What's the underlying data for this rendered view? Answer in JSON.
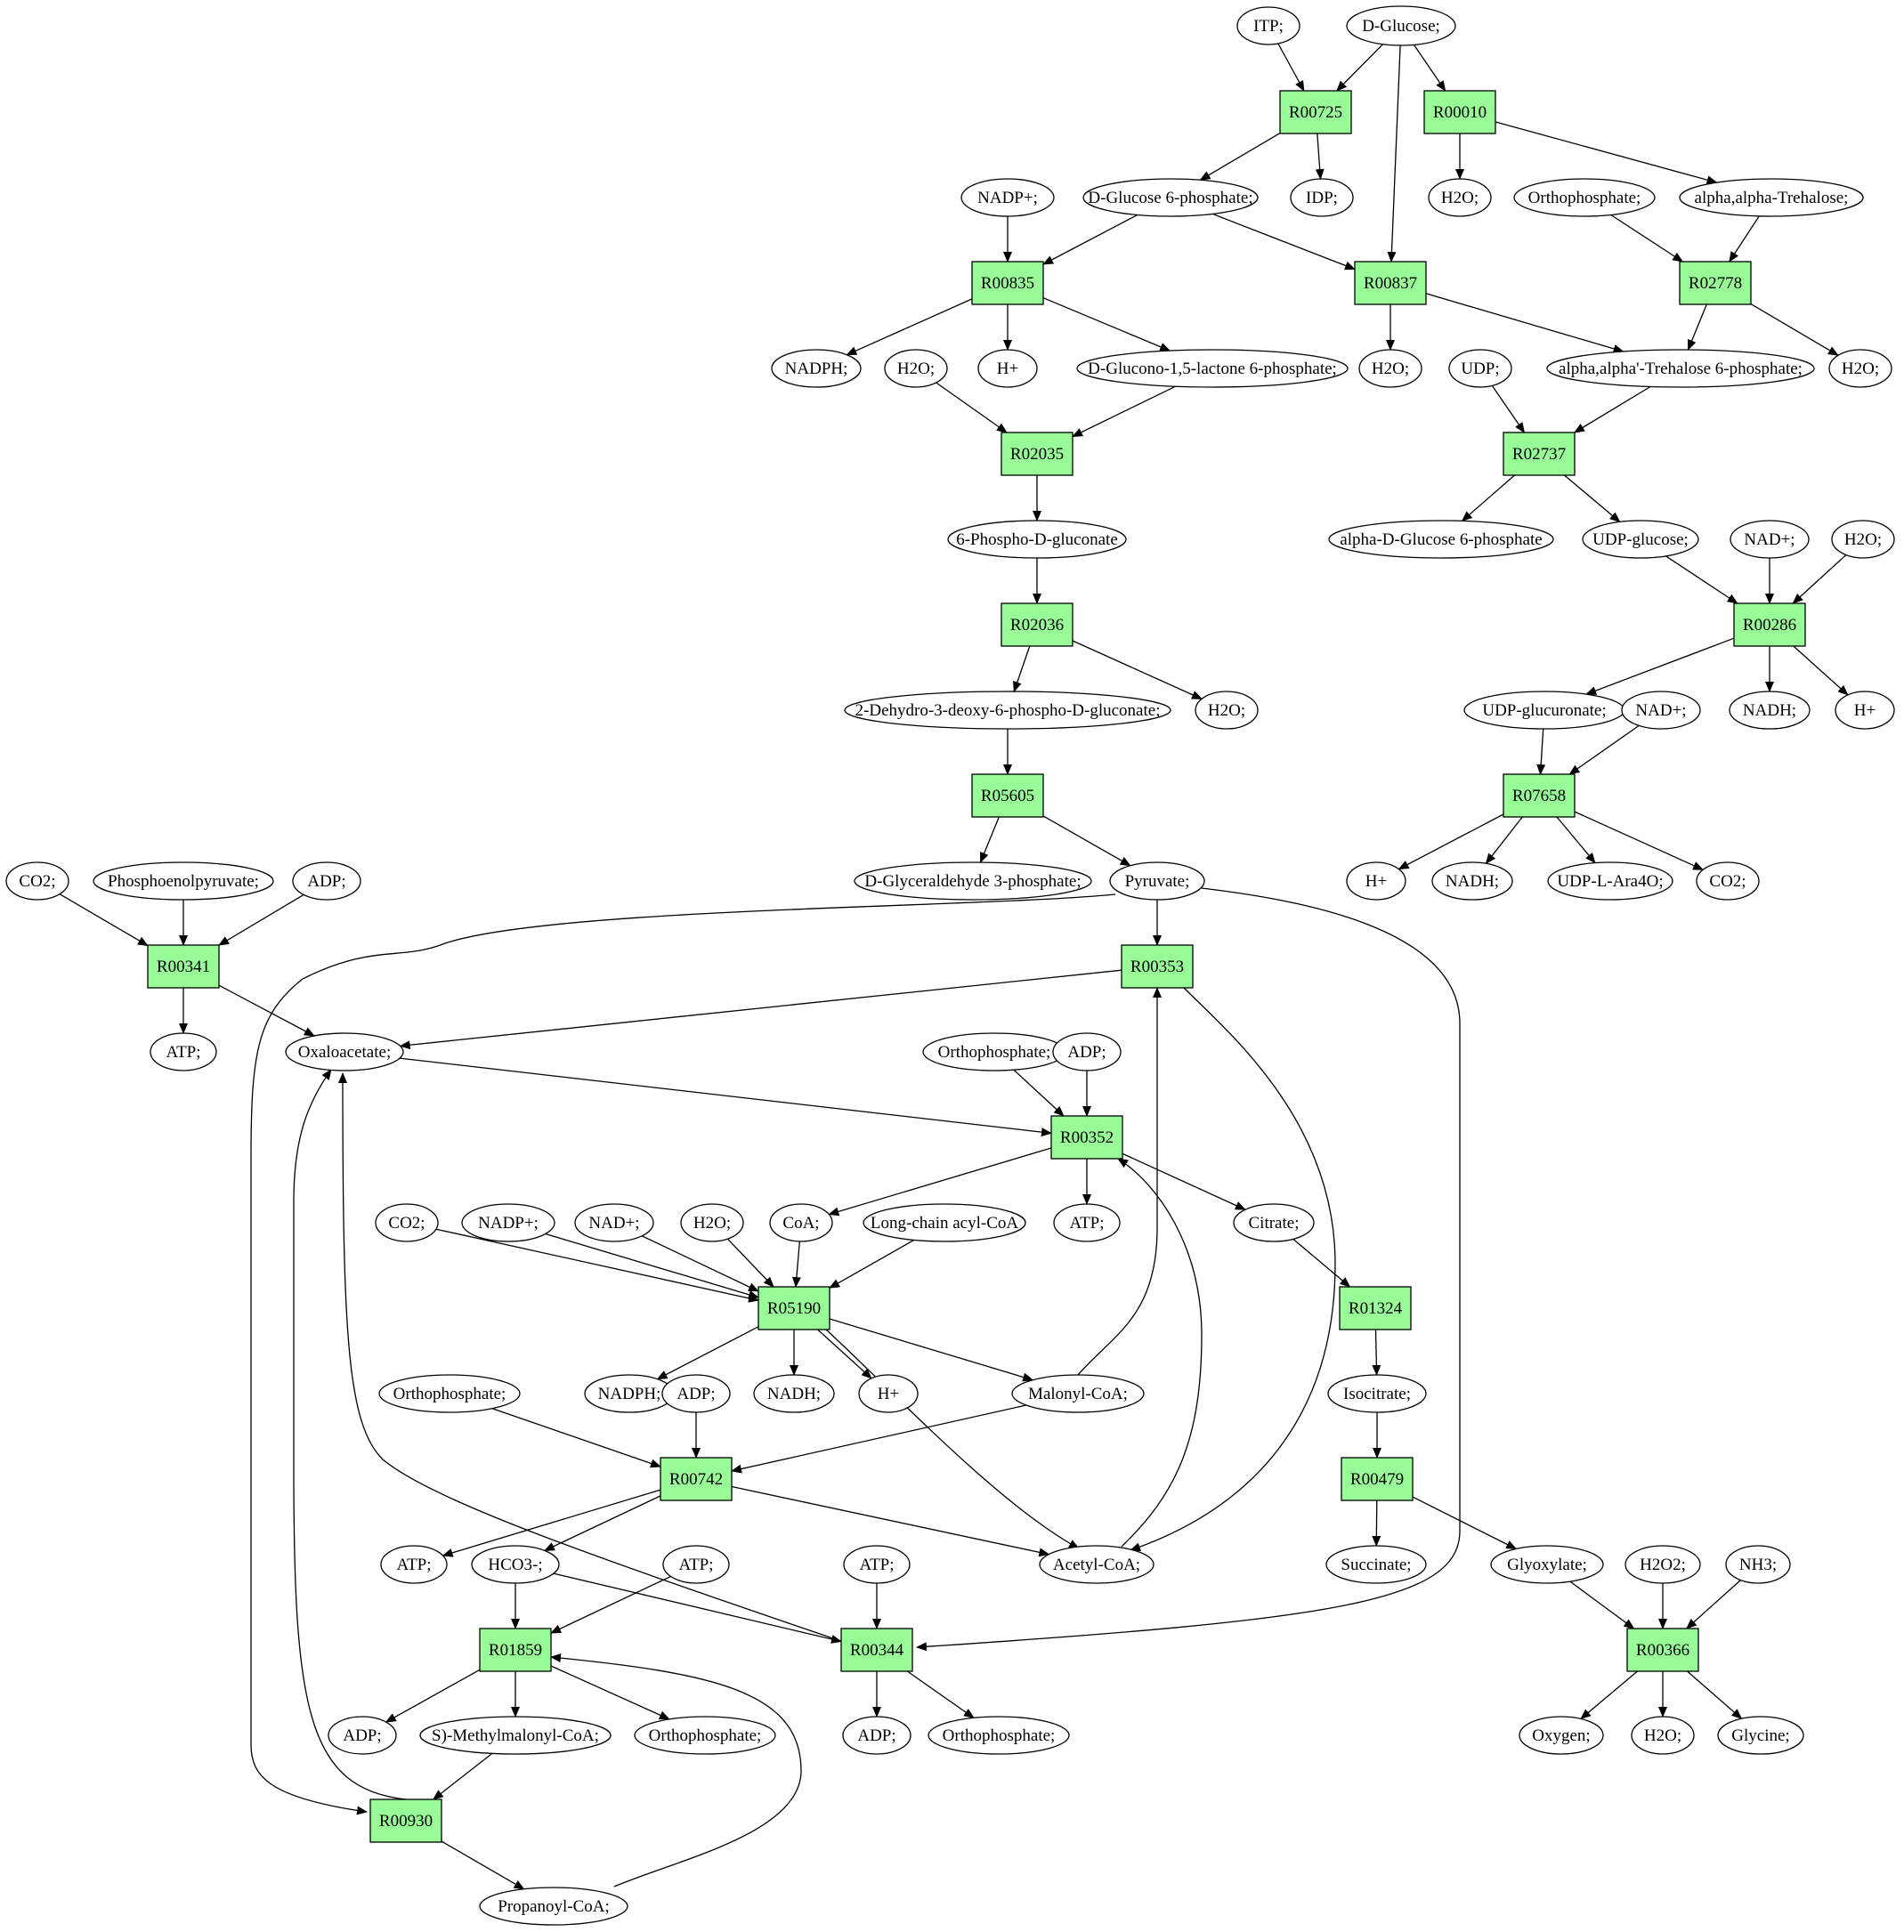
{
  "colors": {
    "reaction": "#98fb98",
    "metabolite": "#ffffff",
    "start": "#00ff00",
    "target": "#ffff00"
  },
  "nodes": [
    {
      "id": "ITP",
      "label": "ITP;",
      "kind": "metabolite"
    },
    {
      "id": "DGlucose",
      "label": "D-Glucose;",
      "kind": "start"
    },
    {
      "id": "R00725",
      "label": "R00725",
      "kind": "reaction"
    },
    {
      "id": "R00010",
      "label": "R00010",
      "kind": "reaction"
    },
    {
      "id": "NADPp1",
      "label": "NADP+;",
      "kind": "metabolite"
    },
    {
      "id": "G6P",
      "label": "D-Glucose 6-phosphate;",
      "kind": "metabolite"
    },
    {
      "id": "IDP",
      "label": "IDP;",
      "kind": "metabolite"
    },
    {
      "id": "H2Oa",
      "label": "H2O;",
      "kind": "metabolite"
    },
    {
      "id": "Orthoa",
      "label": "Orthophosphate;",
      "kind": "metabolite"
    },
    {
      "id": "Trehalose",
      "label": "alpha,alpha-Trehalose;",
      "kind": "metabolite"
    },
    {
      "id": "R00835",
      "label": "R00835",
      "kind": "reaction"
    },
    {
      "id": "R00837",
      "label": "R00837",
      "kind": "reaction"
    },
    {
      "id": "R02778",
      "label": "R02778",
      "kind": "reaction"
    },
    {
      "id": "NADPHa",
      "label": "NADPH;",
      "kind": "metabolite"
    },
    {
      "id": "H2Ob",
      "label": "H2O;",
      "kind": "metabolite"
    },
    {
      "id": "Hpa",
      "label": "H+",
      "kind": "metabolite"
    },
    {
      "id": "Glucono",
      "label": "D-Glucono-1,5-lactone 6-phosphate;",
      "kind": "metabolite"
    },
    {
      "id": "H2Oc",
      "label": "H2O;",
      "kind": "metabolite"
    },
    {
      "id": "UDP",
      "label": "UDP;",
      "kind": "metabolite"
    },
    {
      "id": "T6P",
      "label": "alpha,alpha'-Trehalose 6-phosphate;",
      "kind": "metabolite"
    },
    {
      "id": "H2Od",
      "label": "H2O;",
      "kind": "metabolite"
    },
    {
      "id": "R02035",
      "label": "R02035",
      "kind": "reaction"
    },
    {
      "id": "R02737",
      "label": "R02737",
      "kind": "reaction"
    },
    {
      "id": "PhosphoGluc",
      "label": "6-Phospho-D-gluconate",
      "kind": "metabolite"
    },
    {
      "id": "aDG6P",
      "label": "alpha-D-Glucose 6-phosphate",
      "kind": "metabolite"
    },
    {
      "id": "UDPglc",
      "label": "UDP-glucose;",
      "kind": "metabolite"
    },
    {
      "id": "NADpa",
      "label": "NAD+;",
      "kind": "metabolite"
    },
    {
      "id": "H2Oe",
      "label": "H2O;",
      "kind": "metabolite"
    },
    {
      "id": "R02036",
      "label": "R02036",
      "kind": "reaction"
    },
    {
      "id": "R00286",
      "label": "R00286",
      "kind": "reaction"
    },
    {
      "id": "KDPG",
      "label": "2-Dehydro-3-deoxy-6-phospho-D-gluconate;",
      "kind": "metabolite"
    },
    {
      "id": "H2Of",
      "label": "H2O;",
      "kind": "metabolite"
    },
    {
      "id": "UDPglcA",
      "label": "UDP-glucuronate;",
      "kind": "metabolite"
    },
    {
      "id": "NADpb",
      "label": "NAD+;",
      "kind": "metabolite"
    },
    {
      "id": "NADHa",
      "label": "NADH;",
      "kind": "metabolite"
    },
    {
      "id": "Hpb",
      "label": "H+",
      "kind": "metabolite"
    },
    {
      "id": "R05605",
      "label": "R05605",
      "kind": "reaction"
    },
    {
      "id": "R07658",
      "label": "R07658",
      "kind": "reaction"
    },
    {
      "id": "CO2a",
      "label": "CO2;",
      "kind": "metabolite"
    },
    {
      "id": "PEP",
      "label": "Phosphoenolpyruvate;",
      "kind": "metabolite"
    },
    {
      "id": "ADPa",
      "label": "ADP;",
      "kind": "metabolite"
    },
    {
      "id": "GAP",
      "label": "D-Glyceraldehyde 3-phosphate;",
      "kind": "metabolite"
    },
    {
      "id": "Pyruvate",
      "label": "Pyruvate;",
      "kind": "metabolite"
    },
    {
      "id": "Hpc",
      "label": "H+",
      "kind": "metabolite"
    },
    {
      "id": "NADHb",
      "label": "NADH;",
      "kind": "metabolite"
    },
    {
      "id": "UDPAra",
      "label": "UDP-L-Ara4O;",
      "kind": "metabolite"
    },
    {
      "id": "CO2b",
      "label": "CO2;",
      "kind": "metabolite"
    },
    {
      "id": "R00341",
      "label": "R00341",
      "kind": "reaction"
    },
    {
      "id": "R00353",
      "label": "R00353",
      "kind": "reaction"
    },
    {
      "id": "ATPa",
      "label": "ATP;",
      "kind": "metabolite"
    },
    {
      "id": "OAA",
      "label": "Oxaloacetate;",
      "kind": "metabolite"
    },
    {
      "id": "Orthob",
      "label": "Orthophosphate;",
      "kind": "metabolite"
    },
    {
      "id": "ADPb",
      "label": "ADP;",
      "kind": "metabolite"
    },
    {
      "id": "R00352",
      "label": "R00352",
      "kind": "reaction"
    },
    {
      "id": "CO2c",
      "label": "CO2;",
      "kind": "metabolite"
    },
    {
      "id": "NADPpb",
      "label": "NADP+;",
      "kind": "metabolite"
    },
    {
      "id": "NADpc",
      "label": "NAD+;",
      "kind": "metabolite"
    },
    {
      "id": "H2Og",
      "label": "H2O;",
      "kind": "metabolite"
    },
    {
      "id": "CoA",
      "label": "CoA;",
      "kind": "metabolite"
    },
    {
      "id": "LCACoA",
      "label": "Long-chain acyl-CoA",
      "kind": "metabolite"
    },
    {
      "id": "ATPb",
      "label": "ATP;",
      "kind": "metabolite"
    },
    {
      "id": "Citrate",
      "label": "Citrate;",
      "kind": "metabolite"
    },
    {
      "id": "R05190",
      "label": "R05190",
      "kind": "reaction"
    },
    {
      "id": "R01324",
      "label": "R01324",
      "kind": "reaction"
    },
    {
      "id": "Orthoc",
      "label": "Orthophosphate;",
      "kind": "metabolite"
    },
    {
      "id": "NADPHb",
      "label": "NADPH;",
      "kind": "metabolite"
    },
    {
      "id": "ADPc",
      "label": "ADP;",
      "kind": "metabolite"
    },
    {
      "id": "NADHc",
      "label": "NADH;",
      "kind": "metabolite"
    },
    {
      "id": "Hpd",
      "label": "H+",
      "kind": "metabolite"
    },
    {
      "id": "MalonylCoA",
      "label": "Malonyl-CoA;",
      "kind": "metabolite"
    },
    {
      "id": "Isocitrate",
      "label": "Isocitrate;",
      "kind": "metabolite"
    },
    {
      "id": "R00742",
      "label": "R00742",
      "kind": "reaction"
    },
    {
      "id": "R00479",
      "label": "R00479",
      "kind": "reaction"
    },
    {
      "id": "ATPc",
      "label": "ATP;",
      "kind": "metabolite"
    },
    {
      "id": "HCO3",
      "label": "HCO3-;",
      "kind": "metabolite"
    },
    {
      "id": "ATPd",
      "label": "ATP;",
      "kind": "metabolite"
    },
    {
      "id": "ATPe",
      "label": "ATP;",
      "kind": "metabolite"
    },
    {
      "id": "AcetylCoA",
      "label": "Acetyl-CoA;",
      "kind": "metabolite"
    },
    {
      "id": "Succinate",
      "label": "Succinate;",
      "kind": "metabolite"
    },
    {
      "id": "Glyoxylate",
      "label": "Glyoxylate;",
      "kind": "metabolite"
    },
    {
      "id": "H2O2",
      "label": "H2O2;",
      "kind": "metabolite"
    },
    {
      "id": "NH3",
      "label": "NH3;",
      "kind": "metabolite"
    },
    {
      "id": "R01859",
      "label": "R01859",
      "kind": "reaction"
    },
    {
      "id": "R00344",
      "label": "R00344",
      "kind": "reaction"
    },
    {
      "id": "R00366",
      "label": "R00366",
      "kind": "reaction"
    },
    {
      "id": "ADPd",
      "label": "ADP;",
      "kind": "metabolite"
    },
    {
      "id": "SMMCoA",
      "label": "S)-Methylmalonyl-CoA;",
      "kind": "metabolite"
    },
    {
      "id": "Orthod",
      "label": "Orthophosphate;",
      "kind": "metabolite"
    },
    {
      "id": "ADPe",
      "label": "ADP;",
      "kind": "metabolite"
    },
    {
      "id": "Orthoe",
      "label": "Orthophosphate;",
      "kind": "metabolite"
    },
    {
      "id": "Oxygen",
      "label": "Oxygen;",
      "kind": "metabolite"
    },
    {
      "id": "H2Oh",
      "label": "H2O;",
      "kind": "metabolite"
    },
    {
      "id": "Glycine",
      "label": "Glycine;",
      "kind": "target"
    },
    {
      "id": "R00930",
      "label": "R00930",
      "kind": "reaction"
    },
    {
      "id": "PropanoylCoA",
      "label": "Propanoyl-CoA;",
      "kind": "metabolite"
    }
  ],
  "edges": [
    [
      "ITP",
      "R00725"
    ],
    [
      "DGlucose",
      "R00725"
    ],
    [
      "DGlucose",
      "R00010"
    ],
    [
      "DGlucose",
      "R00837"
    ],
    [
      "R00725",
      "G6P"
    ],
    [
      "R00725",
      "IDP"
    ],
    [
      "R00010",
      "H2Oa"
    ],
    [
      "R00010",
      "Trehalose"
    ],
    [
      "NADPp1",
      "R00835"
    ],
    [
      "G6P",
      "R00835"
    ],
    [
      "G6P",
      "R00837"
    ],
    [
      "Orthoa",
      "R02778"
    ],
    [
      "Trehalose",
      "R02778"
    ],
    [
      "R00835",
      "NADPHa"
    ],
    [
      "R00835",
      "Hpa"
    ],
    [
      "R00835",
      "Glucono"
    ],
    [
      "R00837",
      "H2Oc"
    ],
    [
      "R00837",
      "T6P"
    ],
    [
      "R02778",
      "T6P"
    ],
    [
      "R02778",
      "H2Od"
    ],
    [
      "H2Ob",
      "R02035"
    ],
    [
      "Glucono",
      "R02035"
    ],
    [
      "UDP",
      "R02737"
    ],
    [
      "T6P",
      "R02737"
    ],
    [
      "R02035",
      "PhosphoGluc"
    ],
    [
      "R02737",
      "aDG6P"
    ],
    [
      "R02737",
      "UDPglc"
    ],
    [
      "UDPglc",
      "R00286"
    ],
    [
      "NADpa",
      "R00286"
    ],
    [
      "H2Oe",
      "R00286"
    ],
    [
      "PhosphoGluc",
      "R02036"
    ],
    [
      "R02036",
      "KDPG"
    ],
    [
      "R02036",
      "H2Of"
    ],
    [
      "R00286",
      "UDPglcA"
    ],
    [
      "R00286",
      "NADHa"
    ],
    [
      "R00286",
      "Hpb"
    ],
    [
      "KDPG",
      "R05605"
    ],
    [
      "UDPglcA",
      "R07658"
    ],
    [
      "NADpb",
      "R07658"
    ],
    [
      "R05605",
      "GAP"
    ],
    [
      "R05605",
      "Pyruvate"
    ],
    [
      "R07658",
      "Hpc"
    ],
    [
      "R07658",
      "NADHb"
    ],
    [
      "R07658",
      "UDPAra"
    ],
    [
      "R07658",
      "CO2b"
    ],
    [
      "CO2a",
      "R00341"
    ],
    [
      "PEP",
      "R00341"
    ],
    [
      "ADPa",
      "R00341"
    ],
    [
      "R00341",
      "ATPa"
    ],
    [
      "R00341",
      "OAA"
    ],
    [
      "Pyruvate",
      "R00353"
    ],
    [
      "R00353",
      "OAA"
    ],
    [
      "R00353",
      "AcetylCoA"
    ],
    [
      "Pyruvate",
      "R00930"
    ],
    [
      "Pyruvate",
      "R00344"
    ],
    [
      "OAA",
      "R00352"
    ],
    [
      "Orthob",
      "R00352"
    ],
    [
      "ADPb",
      "R00352"
    ],
    [
      "R00352",
      "CoA"
    ],
    [
      "R00352",
      "ATPb"
    ],
    [
      "R00352",
      "Citrate"
    ],
    [
      "CO2c",
      "R05190"
    ],
    [
      "NADPpb",
      "R05190"
    ],
    [
      "NADpc",
      "R05190"
    ],
    [
      "H2Og",
      "R05190"
    ],
    [
      "CoA",
      "R05190"
    ],
    [
      "LCACoA",
      "R05190"
    ],
    [
      "R05190",
      "NADPHb"
    ],
    [
      "R05190",
      "NADHc"
    ],
    [
      "R05190",
      "Hpd"
    ],
    [
      "R05190",
      "MalonylCoA"
    ],
    [
      "R05190",
      "AcetylCoA"
    ],
    [
      "MalonylCoA",
      "R00353"
    ],
    [
      "MalonylCoA",
      "R00742"
    ],
    [
      "Citrate",
      "R01324"
    ],
    [
      "R01324",
      "Isocitrate"
    ],
    [
      "Isocitrate",
      "R00479"
    ],
    [
      "Orthoc",
      "R00742"
    ],
    [
      "ADPc",
      "R00742"
    ],
    [
      "R00742",
      "HCO3"
    ],
    [
      "R00742",
      "ATPc"
    ],
    [
      "R00742",
      "AcetylCoA"
    ],
    [
      "AcetylCoA",
      "R00352"
    ],
    [
      "R00479",
      "Succinate"
    ],
    [
      "R00479",
      "Glyoxylate"
    ],
    [
      "ATPd",
      "R01859"
    ],
    [
      "HCO3",
      "R01859"
    ],
    [
      "HCO3",
      "R00344"
    ],
    [
      "ATPe",
      "R00344"
    ],
    [
      "Glyoxylate",
      "R00366"
    ],
    [
      "H2O2",
      "R00366"
    ],
    [
      "NH3",
      "R00366"
    ],
    [
      "R01859",
      "ADPd"
    ],
    [
      "R01859",
      "SMMCoA"
    ],
    [
      "R01859",
      "Orthod"
    ],
    [
      "R00344",
      "ADPe"
    ],
    [
      "R00344",
      "Orthoe"
    ],
    [
      "R00344",
      "OAA"
    ],
    [
      "R00366",
      "Oxygen"
    ],
    [
      "R00366",
      "H2Oh"
    ],
    [
      "R00366",
      "Glycine"
    ],
    [
      "SMMCoA",
      "R00930"
    ],
    [
      "R00930",
      "OAA"
    ],
    [
      "R00930",
      "PropanoylCoA"
    ],
    [
      "PropanoylCoA",
      "R01859"
    ]
  ]
}
